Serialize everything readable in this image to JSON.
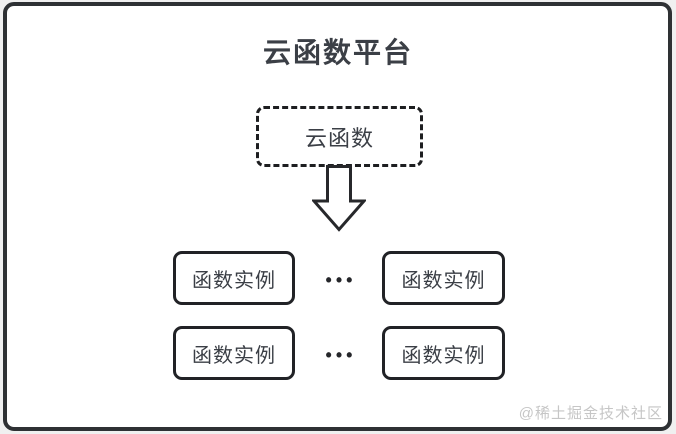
{
  "diagram": {
    "title": "云函数平台",
    "cloud_function": {
      "label": "云函数"
    },
    "instances": [
      {
        "label": "函数实例"
      },
      {
        "label": "函数实例"
      },
      {
        "label": "函数实例"
      },
      {
        "label": "函数实例"
      }
    ],
    "ellipsis": "•••",
    "watermark": "@稀土掘金技术社区",
    "colors": {
      "frame_border": "#2e3134",
      "node_border": "#212226",
      "dashed_border": "#1d1e20",
      "text": "#3b3f46",
      "watermark_text": "#c6c6c6",
      "canvas_background": "#ffffff",
      "outer_background": "#f0f0f0"
    }
  }
}
